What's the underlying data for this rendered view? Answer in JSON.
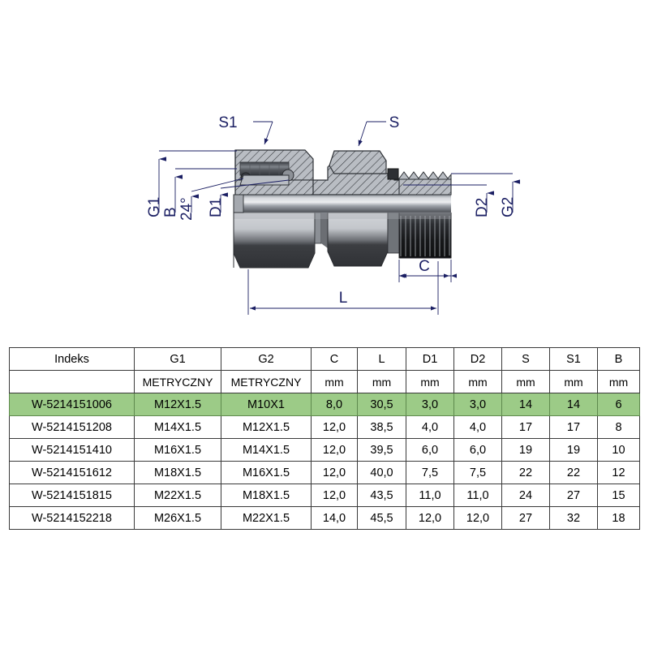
{
  "drawing": {
    "title": "hydraulic-fitting-section-drawing",
    "callouts": [
      {
        "id": "s1",
        "label": "S1"
      },
      {
        "id": "s",
        "label": "S"
      },
      {
        "id": "g1",
        "label": "G1"
      },
      {
        "id": "b",
        "label": "B"
      },
      {
        "id": "angle",
        "label": "24°"
      },
      {
        "id": "d1",
        "label": "D1"
      },
      {
        "id": "d2",
        "label": "D2"
      },
      {
        "id": "g2",
        "label": "G2"
      },
      {
        "id": "c",
        "label": "C"
      },
      {
        "id": "l",
        "label": "L"
      }
    ],
    "colors": {
      "dimension_line": "#1b1f63",
      "hatch": "#9aa0a8",
      "metal_light": "#c9ccd1",
      "metal_dark": "#2b2b2e"
    }
  },
  "table": {
    "name": "fitting-specification-table",
    "headers": [
      "Indeks",
      "G1",
      "G2",
      "C",
      "L",
      "D1",
      "D2",
      "S",
      "S1",
      "B"
    ],
    "units": [
      "",
      "METRYCZNY",
      "METRYCZNY",
      "mm",
      "mm",
      "mm",
      "mm",
      "mm",
      "mm",
      "mm"
    ],
    "highlight_color": "#9ccb87",
    "highlighted_row_index": 0,
    "rows": [
      {
        "highlighted": true,
        "cells": [
          "W-5214151006",
          "M12X1.5",
          "M10X1",
          "8,0",
          "30,5",
          "3,0",
          "3,0",
          "14",
          "14",
          "6"
        ]
      },
      {
        "highlighted": false,
        "cells": [
          "W-5214151208",
          "M14X1.5",
          "M12X1.5",
          "12,0",
          "38,5",
          "4,0",
          "4,0",
          "17",
          "17",
          "8"
        ]
      },
      {
        "highlighted": false,
        "cells": [
          "W-5214151410",
          "M16X1.5",
          "M14X1.5",
          "12,0",
          "39,5",
          "6,0",
          "6,0",
          "19",
          "19",
          "10"
        ]
      },
      {
        "highlighted": false,
        "cells": [
          "W-5214151612",
          "M18X1.5",
          "M16X1.5",
          "12,0",
          "40,0",
          "7,5",
          "7,5",
          "22",
          "22",
          "12"
        ]
      },
      {
        "highlighted": false,
        "cells": [
          "W-5214151815",
          "M22X1.5",
          "M18X1.5",
          "12,0",
          "43,5",
          "11,0",
          "11,0",
          "24",
          "27",
          "15"
        ]
      },
      {
        "highlighted": false,
        "cells": [
          "W-5214152218",
          "M26X1.5",
          "M22X1.5",
          "14,0",
          "45,5",
          "12,0",
          "12,0",
          "27",
          "32",
          "18"
        ]
      }
    ]
  }
}
